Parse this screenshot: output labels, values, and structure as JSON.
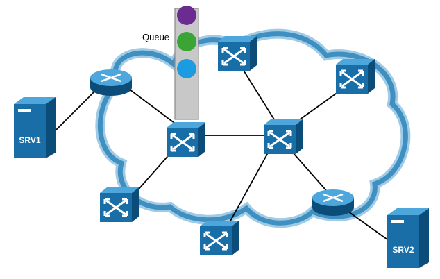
{
  "diagram": {
    "queue_label": "Queue",
    "servers": {
      "srv1": "SRV1",
      "srv2": "SRV2"
    },
    "colors": {
      "cloud": "#3f8fc0",
      "cloud_highlight": "#9fcbe6",
      "device_front": "#1a6ea8",
      "device_top": "#4ea7dc",
      "device_side": "#0c4c78",
      "link": "#000000",
      "queue_tube": "#c8c8c8",
      "packet_purple": "#6a2c91",
      "packet_green": "#3aa535",
      "packet_blue": "#1d9be0"
    },
    "icons": {
      "router": "router-icon",
      "switch": "multilayer-switch-icon",
      "server": "server-icon"
    }
  }
}
